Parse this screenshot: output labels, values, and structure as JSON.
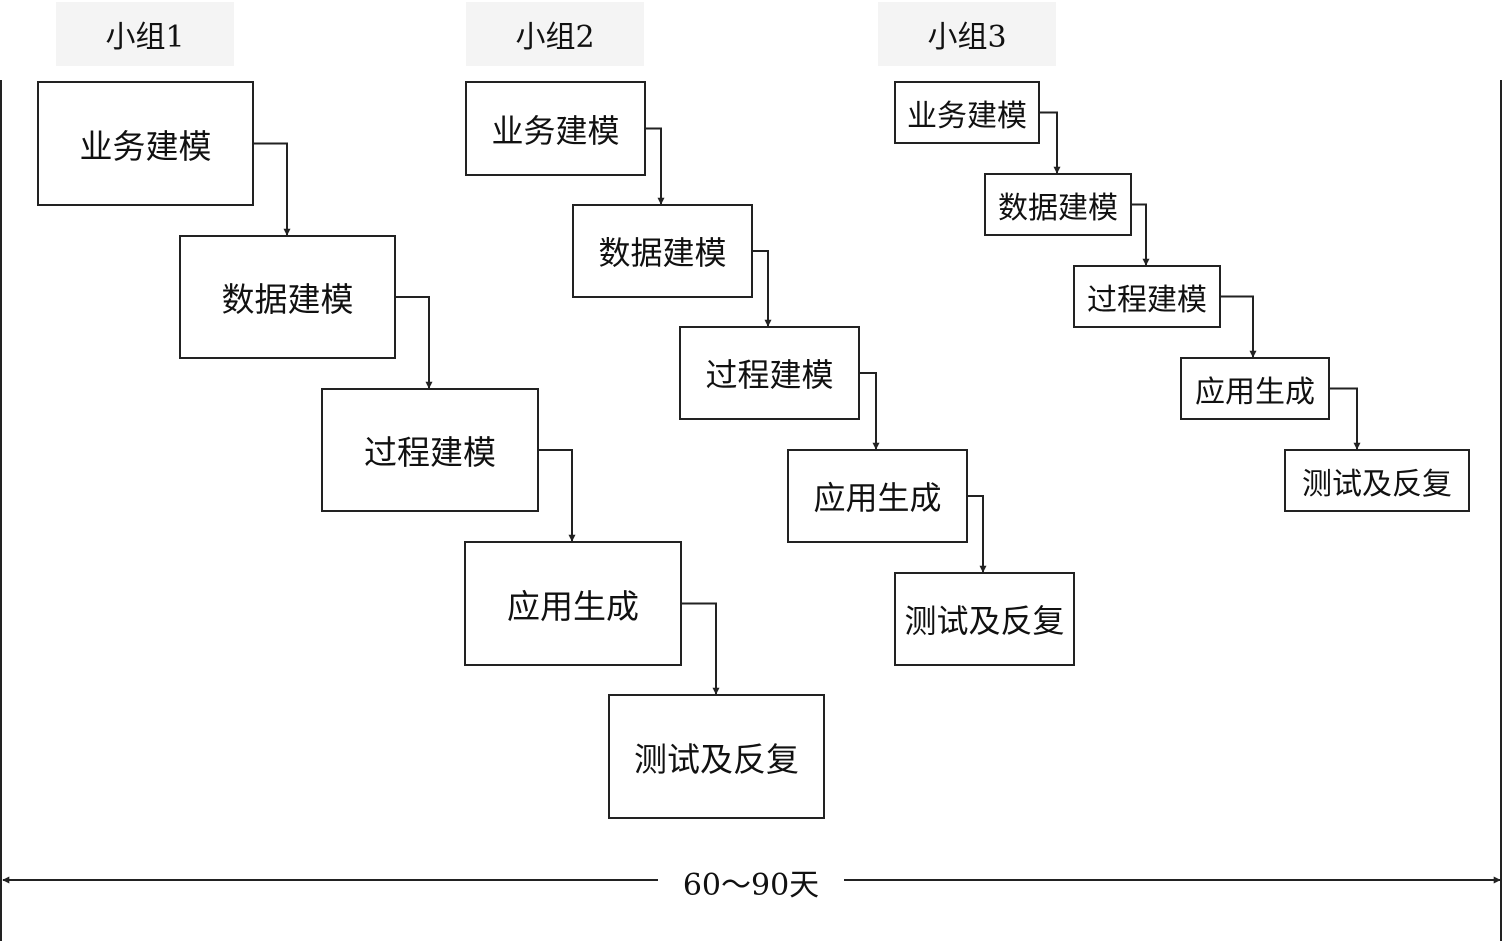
{
  "groups": [
    {
      "title": "小组1",
      "steps": [
        "业务建模",
        "数据建模",
        "过程建模",
        "应用生成",
        "测试及反复"
      ]
    },
    {
      "title": "小组2",
      "steps": [
        "业务建模",
        "数据建模",
        "过程建模",
        "应用生成",
        "测试及反复"
      ]
    },
    {
      "title": "小组3",
      "steps": [
        "业务建模",
        "数据建模",
        "过程建模",
        "应用生成",
        "测试及反复"
      ]
    }
  ],
  "duration": "60～90天",
  "colors": {
    "line": "#222222",
    "header_bg": "#f4f4f4",
    "box_bg": "#ffffff"
  }
}
